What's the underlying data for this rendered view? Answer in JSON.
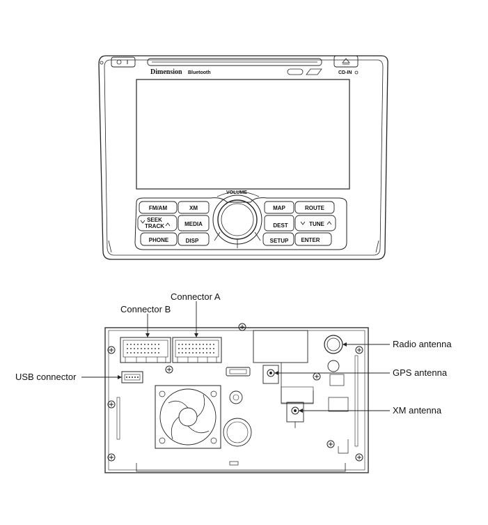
{
  "head_unit": {
    "brand": "Dimension",
    "bluetooth": "Bluetooth",
    "cd_in": "CD-IN",
    "volume": "VOLUME",
    "buttons": {
      "fm_am": "FM/AM",
      "xm": "XM",
      "map": "MAP",
      "route": "ROUTE",
      "seek_track_1": "SEEK",
      "seek_track_2": "TRACK",
      "media": "MEDIA",
      "dest": "DEST",
      "tune": "TUNE",
      "phone": "PHONE",
      "disp": "DISP",
      "setup": "SETUP",
      "enter": "ENTER"
    }
  },
  "labels": {
    "connector_a": "Connector A",
    "connector_b": "Connector B",
    "usb_connector": "USB connector",
    "radio_antenna": "Radio antenna",
    "gps_antenna": "GPS antenna",
    "xm_antenna": "XM antenna"
  }
}
